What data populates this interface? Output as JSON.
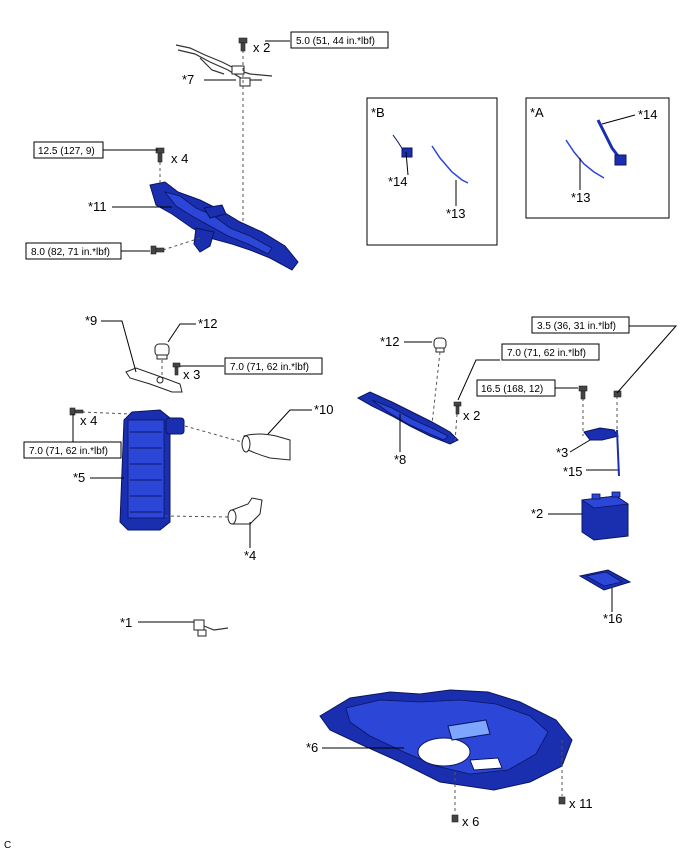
{
  "callouts": {
    "c1": "*1",
    "c2": "*2",
    "c3": "*3",
    "c4": "*4",
    "c5": "*5",
    "c6": "*6",
    "c7": "*7",
    "c8": "*8",
    "c9": "*9",
    "c10": "*10",
    "c11": "*11",
    "c12a": "*12",
    "c12b": "*12",
    "c13a": "*13",
    "c13b": "*13",
    "c14a": "*14",
    "c14b": "*14",
    "c15": "*15",
    "c16": "*16"
  },
  "torques": {
    "t_top": "5.0 (51, 44 in.*lbf)",
    "t_bracket4": "12.5 (127, 9)",
    "t_bracket_side": "8.0 (82, 71 in.*lbf)",
    "t_cooler_bracket": "7.0 (71, 62 in.*lbf)",
    "t_cooler_side": "7.0 (71, 62 in.*lbf)",
    "t_tray": "7.0 (71, 62 in.*lbf)",
    "t_battery_top": "3.5 (36, 31 in.*lbf)",
    "t_battery_clamp": "16.5 (168, 12)"
  },
  "quantities": {
    "q_top": "x 2",
    "q_bracket": "x 4",
    "q_cooler_bracket": "x 3",
    "q_cooler_side": "x 4",
    "q_tray": "x 2",
    "q_cover_11": "x 11",
    "q_cover_6": "x 6"
  },
  "views": {
    "view_b": "*B",
    "view_a": "*A"
  },
  "corner_mark": "C"
}
